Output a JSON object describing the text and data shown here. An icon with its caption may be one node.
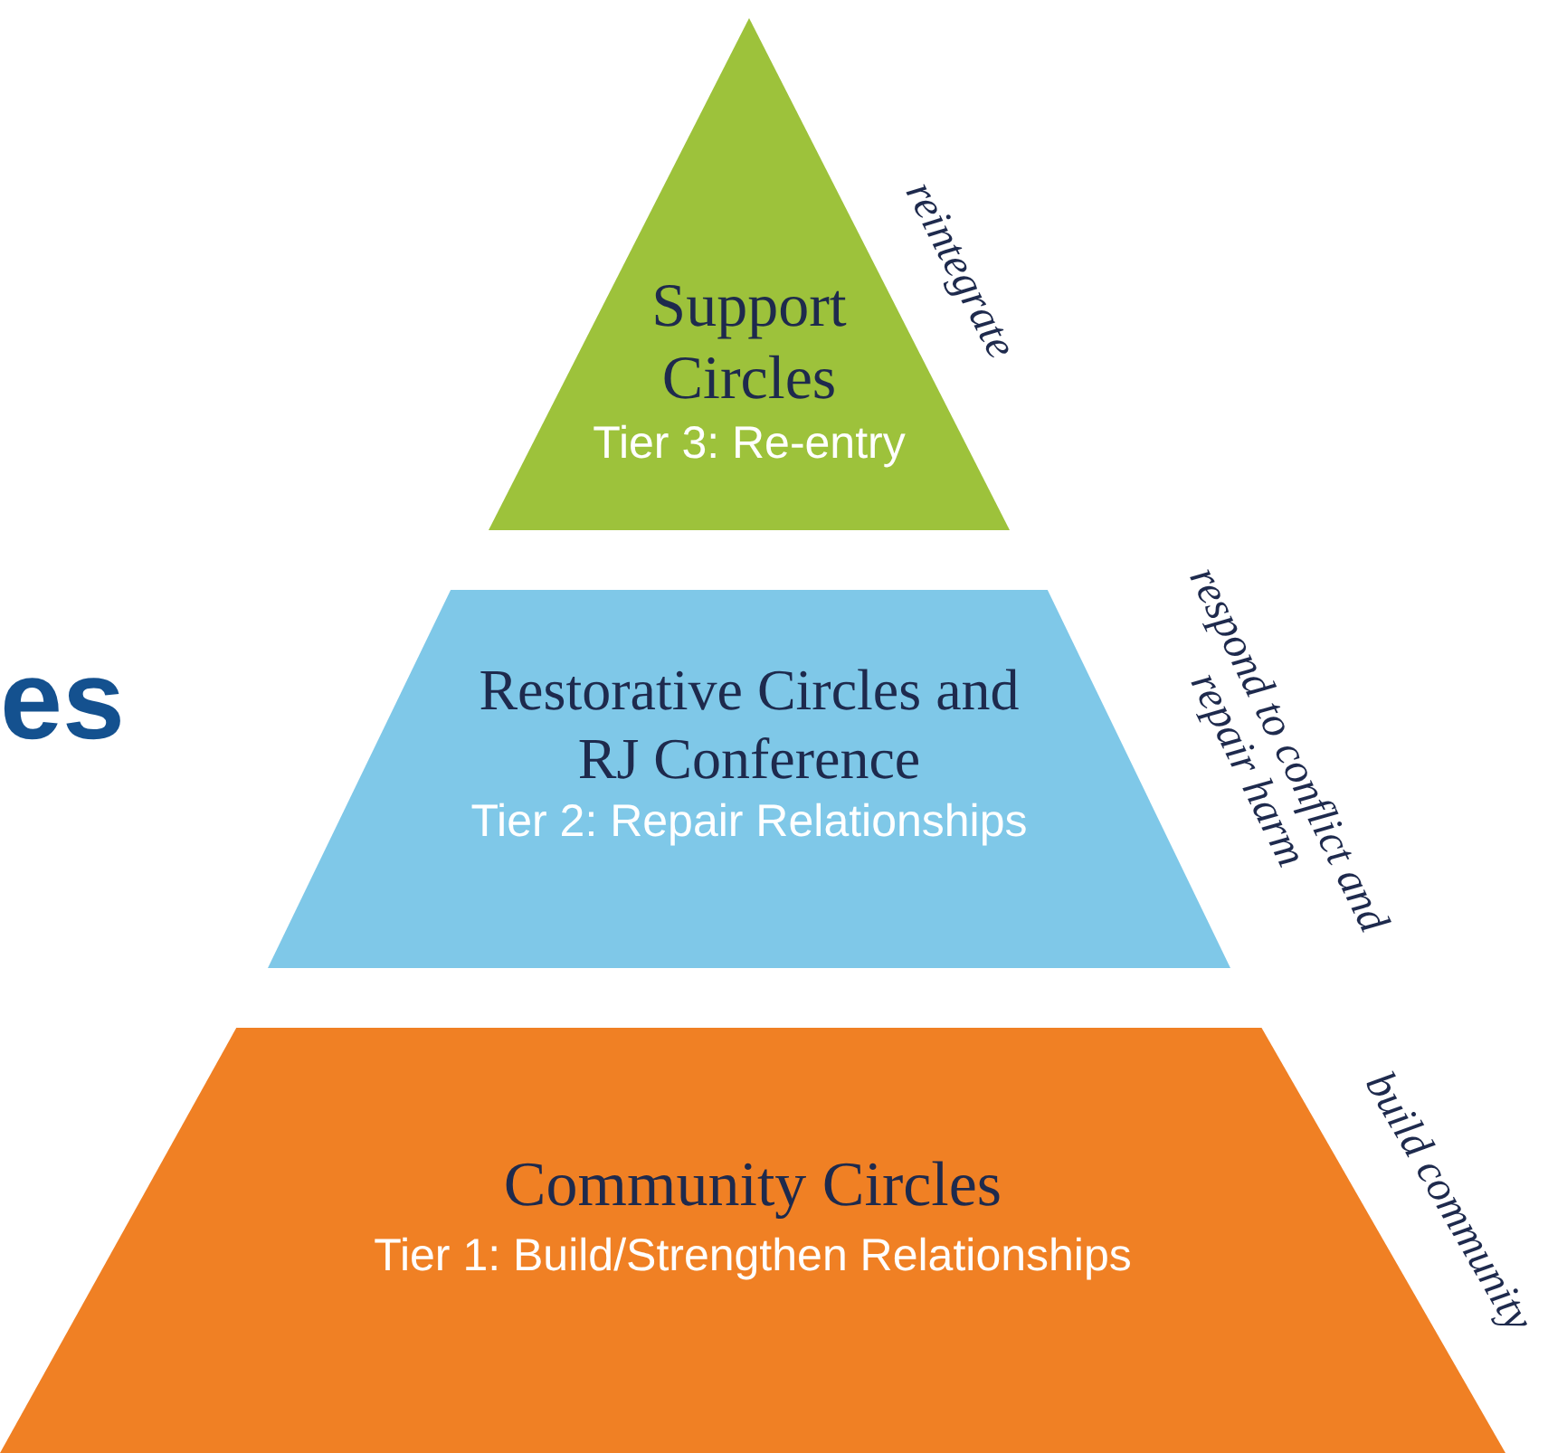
{
  "diagram": {
    "nodes": [
      {
        "text": [
          "Support Circles",
          "Tier 3: Re-entry"
        ],
        "beside": [
          "reintegrate"
        ]
      },
      {
        "text": [
          "Restorative Circles and RJ Conference",
          "Tier 2: Repair Relationships"
        ],
        "beside": [
          "respond to conflict and repair harm"
        ]
      },
      {
        "text": [
          "Community Circles",
          "Tier 1: Build/Strengthen Relationships"
        ],
        "beside": [
          "build community"
        ]
      }
    ],
    "labels": [
      "es"
    ]
  }
}
